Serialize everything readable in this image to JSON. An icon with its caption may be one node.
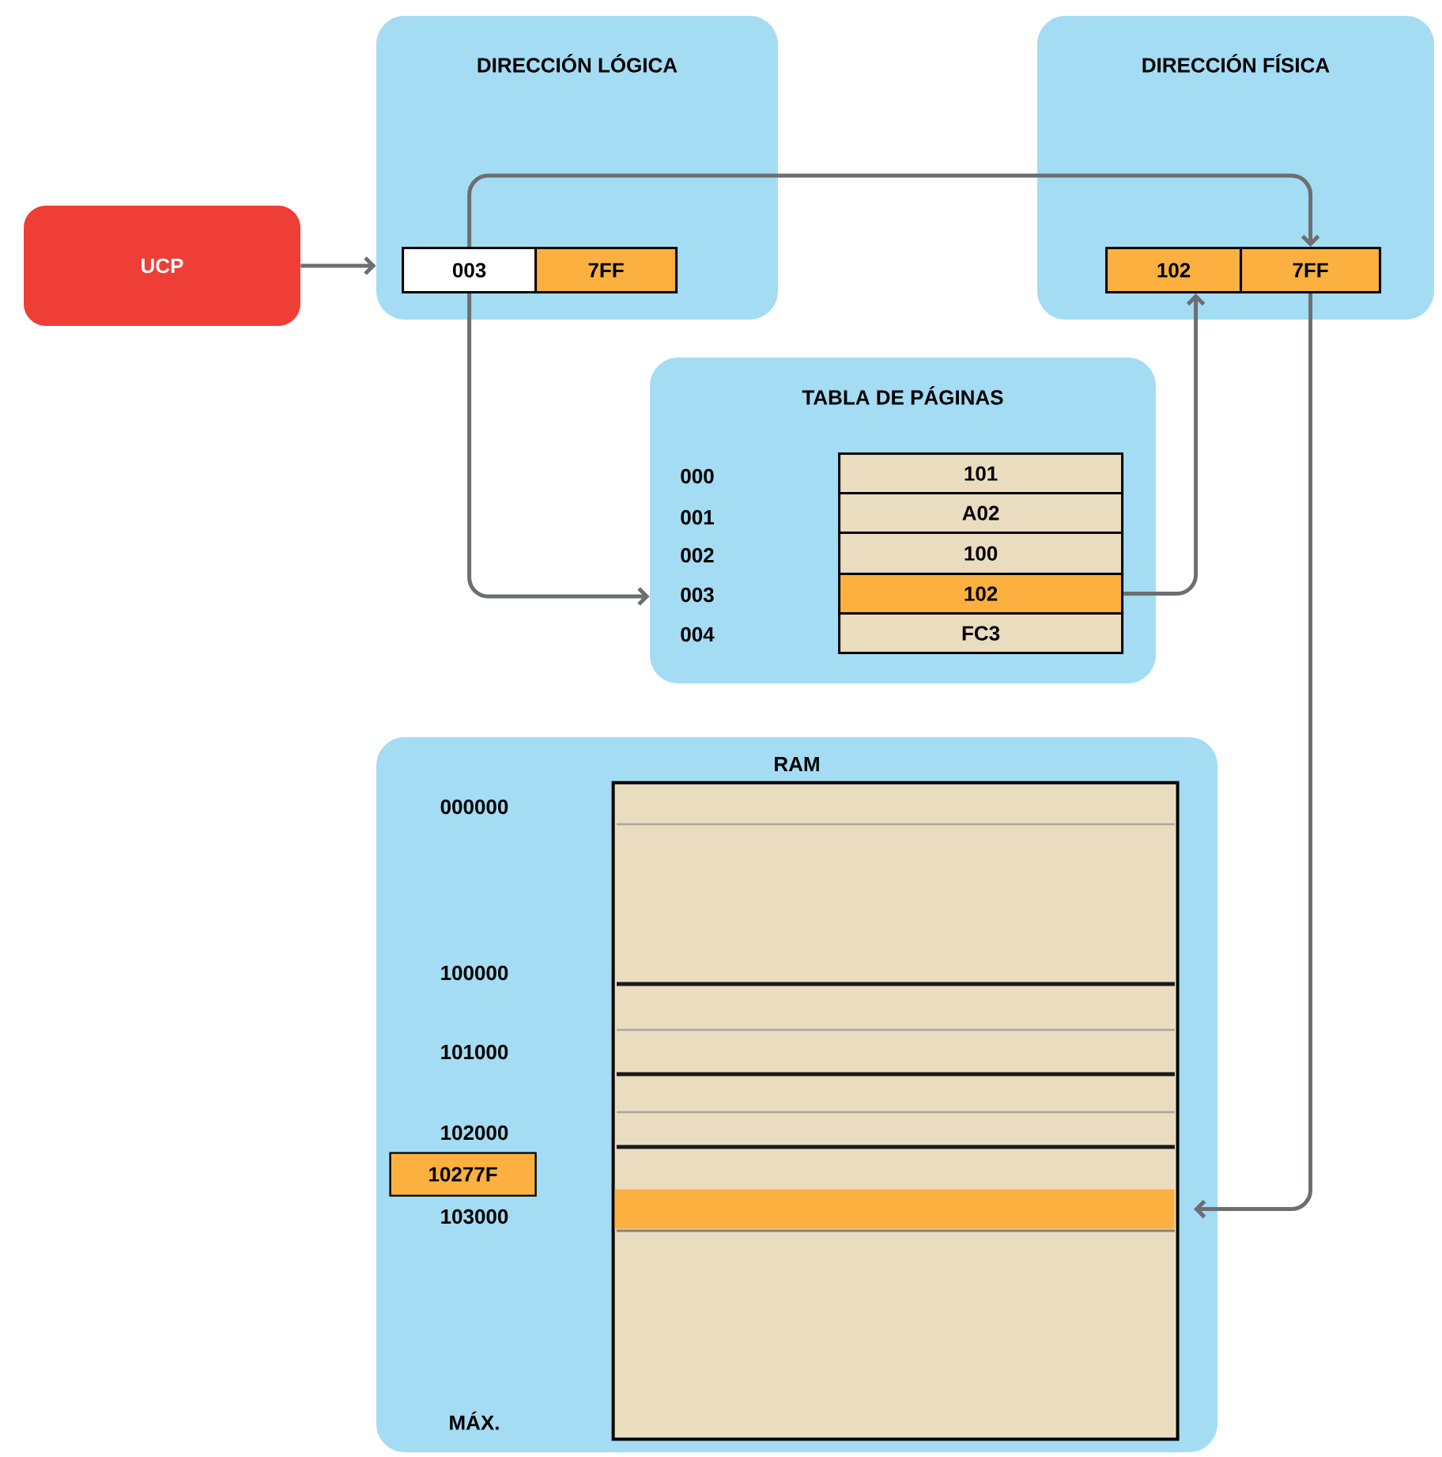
{
  "diagram": {
    "nodes": [
      {
        "text": [
          "UCP"
        ]
      },
      {
        "text": [
          "DIRECCIÓN LÓGICA"
        ]
      },
      {
        "text": [
          "003"
        ],
        "in": 1
      },
      {
        "text": [
          "7FF"
        ],
        "in": 1
      },
      {
        "text": [
          "DIRECCIÓN FÍSICA"
        ]
      },
      {
        "text": [
          "102"
        ],
        "in": 4
      },
      {
        "text": [
          "7FF"
        ],
        "in": 4
      },
      {
        "text": [
          "TABLA DE PÁGINAS"
        ]
      },
      {
        "text": [
          "101"
        ],
        "in": 7
      },
      {
        "text": [
          "A02"
        ],
        "in": 7
      },
      {
        "text": [
          "100"
        ],
        "in": 7
      },
      {
        "text": [
          "102"
        ],
        "in": 7
      },
      {
        "text": [
          "FC3"
        ],
        "in": 7
      },
      {
        "text": [
          "RAM"
        ]
      },
      {
        "text": [],
        "shape": "box",
        "in": 13
      },
      {
        "text": [],
        "shape": "bar",
        "in": 14
      },
      {
        "text": [
          "10277F"
        ],
        "in": 13
      }
    ],
    "edges": [
      {
        "from": 0,
        "to": 1,
        "arrow": "to"
      },
      {
        "from": 2,
        "to": 7,
        "arrow": "to"
      },
      {
        "from": 2,
        "to": 6,
        "arrow": "to"
      },
      {
        "from": 11,
        "to": 5,
        "arrow": "to"
      },
      {
        "from": 6,
        "to": 15,
        "arrow": "to"
      }
    ],
    "labels": [
      "000",
      "001",
      "002",
      "003",
      "004",
      "000000",
      "100000",
      "101000",
      "102000",
      "103000",
      "MÁX."
    ]
  }
}
